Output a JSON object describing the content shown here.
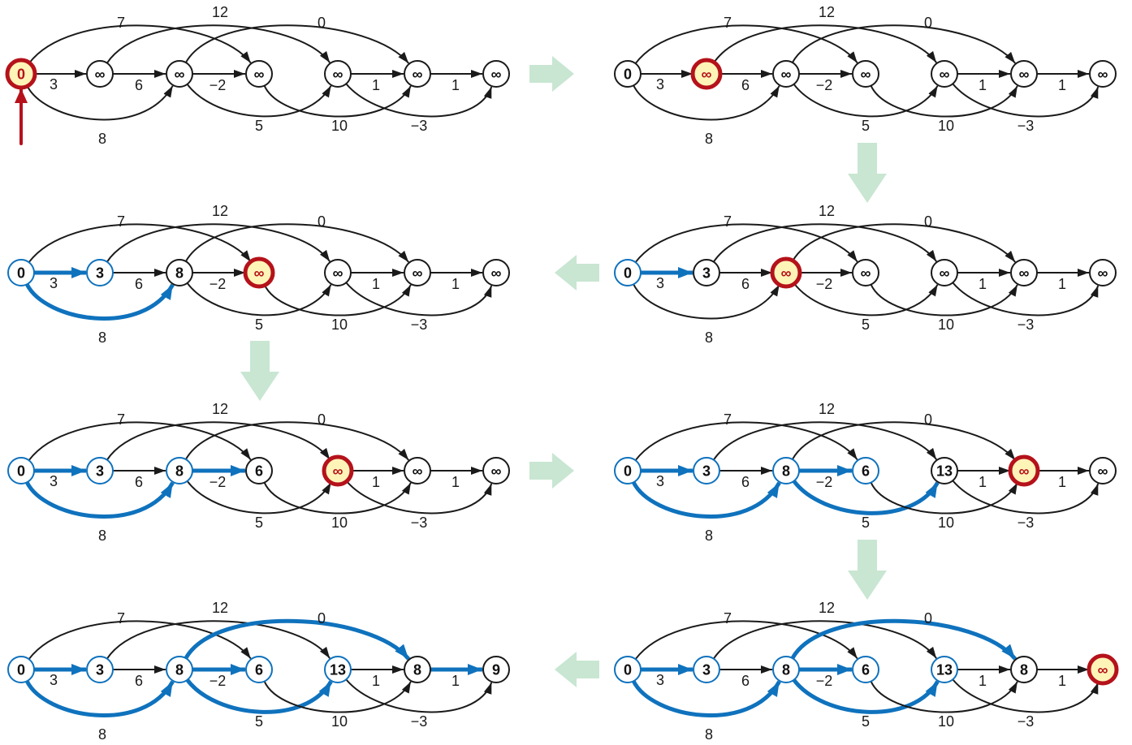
{
  "colors": {
    "edge": "#1a1a1a",
    "tree_edge": "#0f72bd",
    "current_fill": "#fff4b8",
    "current_stroke": "#b5121b",
    "tree_node_stroke": "#0f72bd",
    "flow_arrow": "#c8e6d2",
    "start_arrow": "#b5121b"
  },
  "dag": {
    "edges": [
      {
        "from": 0,
        "to": 1,
        "weight": "3"
      },
      {
        "from": 0,
        "to": 2,
        "weight": "8"
      },
      {
        "from": 0,
        "to": 3,
        "weight": "7"
      },
      {
        "from": 1,
        "to": 2,
        "weight": "6"
      },
      {
        "from": 1,
        "to": 4,
        "weight": "12"
      },
      {
        "from": 2,
        "to": 3,
        "weight": "−2"
      },
      {
        "from": 2,
        "to": 4,
        "weight": "5"
      },
      {
        "from": 2,
        "to": 5,
        "weight": "0"
      },
      {
        "from": 3,
        "to": 5,
        "weight": "10"
      },
      {
        "from": 4,
        "to": 5,
        "weight": "1"
      },
      {
        "from": 4,
        "to": 6,
        "weight": "−3"
      },
      {
        "from": 5,
        "to": 6,
        "weight": "1"
      }
    ]
  },
  "steps": [
    {
      "dist": [
        "0",
        "∞",
        "∞",
        "∞",
        "∞",
        "∞",
        "∞"
      ],
      "current": 0,
      "tree_nodes": [],
      "tree_edges": [],
      "start_arrow": true
    },
    {
      "dist": [
        "0",
        "∞",
        "∞",
        "∞",
        "∞",
        "∞",
        "∞"
      ],
      "current": 1,
      "tree_nodes": [],
      "tree_edges": []
    },
    {
      "dist": [
        "0",
        "3",
        "∞",
        "∞",
        "∞",
        "∞",
        "∞"
      ],
      "current": 2,
      "tree_nodes": [
        0
      ],
      "tree_edges": [
        [
          0,
          1
        ]
      ]
    },
    {
      "dist": [
        "0",
        "3",
        "8",
        "∞",
        "∞",
        "∞",
        "∞"
      ],
      "current": 3,
      "tree_nodes": [
        0,
        1
      ],
      "tree_edges": [
        [
          0,
          1
        ],
        [
          0,
          2
        ]
      ]
    },
    {
      "dist": [
        "0",
        "3",
        "8",
        "6",
        "∞",
        "∞",
        "∞"
      ],
      "current": 4,
      "tree_nodes": [
        0,
        1,
        2
      ],
      "tree_edges": [
        [
          0,
          1
        ],
        [
          0,
          2
        ],
        [
          2,
          3
        ]
      ]
    },
    {
      "dist": [
        "0",
        "3",
        "8",
        "6",
        "13",
        "∞",
        "∞"
      ],
      "current": 5,
      "tree_nodes": [
        0,
        1,
        2,
        3
      ],
      "tree_edges": [
        [
          0,
          1
        ],
        [
          0,
          2
        ],
        [
          2,
          3
        ],
        [
          2,
          4
        ]
      ]
    },
    {
      "dist": [
        "0",
        "3",
        "8",
        "6",
        "13",
        "8",
        "∞"
      ],
      "current": 6,
      "tree_nodes": [
        0,
        1,
        2,
        3,
        4
      ],
      "tree_edges": [
        [
          0,
          1
        ],
        [
          0,
          2
        ],
        [
          2,
          3
        ],
        [
          2,
          4
        ],
        [
          2,
          5
        ]
      ]
    },
    {
      "dist": [
        "0",
        "3",
        "8",
        "6",
        "13",
        "8",
        "9"
      ],
      "current": null,
      "tree_nodes": [
        0,
        1,
        2,
        3,
        4
      ],
      "tree_edges": [
        [
          0,
          1
        ],
        [
          0,
          2
        ],
        [
          2,
          3
        ],
        [
          2,
          4
        ],
        [
          2,
          5
        ],
        [
          5,
          6
        ]
      ]
    }
  ]
}
